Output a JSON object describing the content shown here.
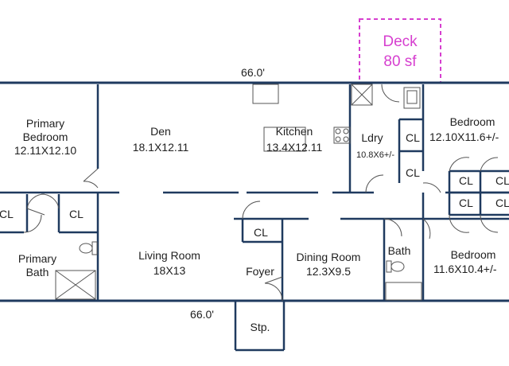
{
  "colors": {
    "wall": "#1f3a5f",
    "deck": "#d63fcf",
    "fixture": "#555555",
    "text": "#1f1f1f"
  },
  "dimensions": {
    "top": "66.0'",
    "bottom": "66.0'"
  },
  "deck": {
    "title": "Deck",
    "area": "80 sf"
  },
  "rooms": {
    "primary_bedroom": {
      "name": [
        "Primary",
        "Bedroom"
      ],
      "size": "12.11X12.10"
    },
    "den": {
      "name": "Den",
      "size": "18.1X12.11"
    },
    "kitchen": {
      "name": "Kitchen",
      "size": "13.4X12.11"
    },
    "laundry": {
      "name": "Ldry",
      "size": "10.8X6+/-"
    },
    "bedroom_ne": {
      "name": "Bedroom",
      "size": "12.10X11.6+/-"
    },
    "primary_bath": {
      "name": [
        "Primary",
        "Bath"
      ]
    },
    "living_room": {
      "name": "Living Room",
      "size": "18X13"
    },
    "foyer": {
      "name": "Foyer"
    },
    "dining_room": {
      "name": "Dining Room",
      "size": "12.3X9.5"
    },
    "bath": {
      "name": "Bath"
    },
    "bedroom_se": {
      "name": "Bedroom",
      "size": "11.6X10.4+/-"
    },
    "stoop": {
      "name": "Stp."
    }
  },
  "closet_label": "CL"
}
